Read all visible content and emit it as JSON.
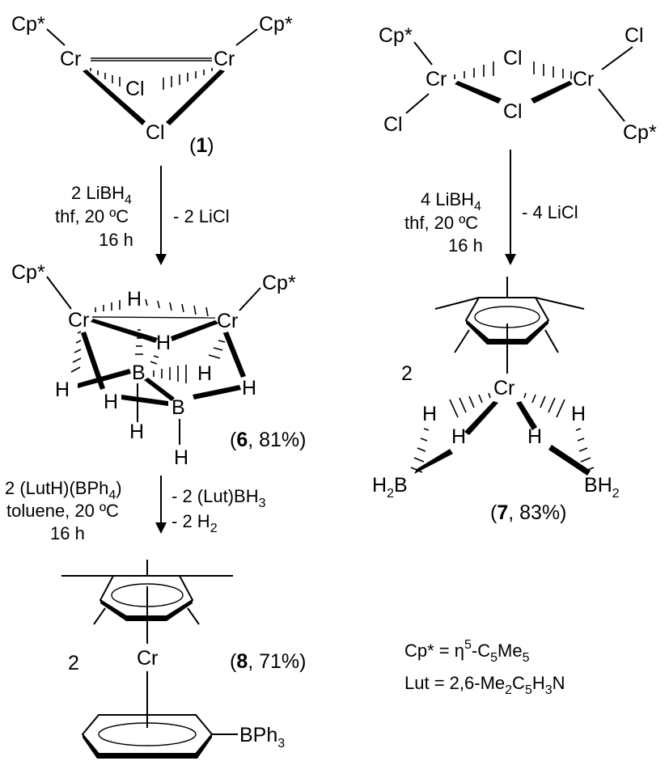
{
  "labels": {
    "cp": "Cp*",
    "cr": "Cr",
    "cl": "Cl",
    "h": "H",
    "b": "B",
    "two": "2",
    "bph": "BPh",
    "h2": "H",
    "sub2": "2",
    "sub3": "3"
  },
  "compounds": {
    "c1": {
      "open": "(",
      "num": "1",
      "close": ")"
    },
    "c6": {
      "open": "(",
      "num": "6",
      "rest": ", 81%)"
    },
    "c7": {
      "open": "(",
      "num": "7",
      "rest": ", 83%)"
    },
    "c8": {
      "open": "(",
      "num": "8",
      "rest": ", 71%)"
    }
  },
  "arrows": {
    "a1": {
      "reagent_main": "2 LiBH",
      "reagent_sub": "4",
      "solvent": "thf, 20 ºC",
      "time": "16 h",
      "byproduct": "- 2 LiCl"
    },
    "a2": {
      "reagent_main": "4 LiBH",
      "reagent_sub": "4",
      "solvent": "thf, 20 ºC",
      "time": "16 h",
      "byproduct": "- 4 LiCl"
    },
    "a3": {
      "reagent": "2 (LutH)(BPh",
      "reagent_sub": "4",
      "reagent_close": ")",
      "solvent": "toluene, 20 ºC",
      "time": "16 h",
      "byproduct1": "- 2 (Lut)BH",
      "byproduct1_sub": "3",
      "byproduct2": "- 2 H",
      "byproduct2_sub": "2"
    }
  },
  "legend": {
    "cp_def": {
      "a": "Cp* = η",
      "sup": "5",
      "b": "-C",
      "sub1": "5",
      "c": "Me",
      "sub2": "5"
    },
    "lut_def": {
      "a": "Lut = 2,6-Me",
      "sub1": "2",
      "b": "C",
      "sub2": "5",
      "c": "H",
      "sub3": "3",
      "d": "N"
    }
  }
}
